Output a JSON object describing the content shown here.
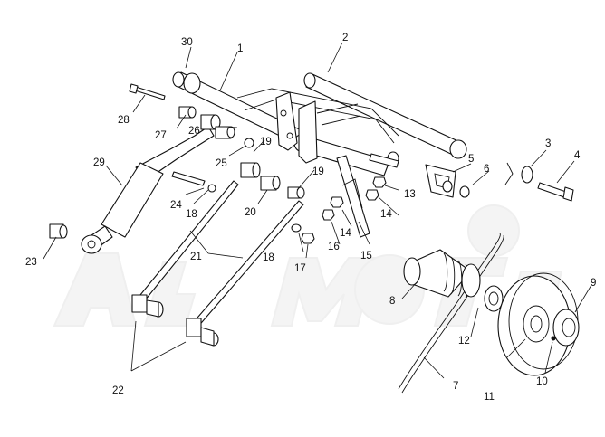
{
  "diagram": {
    "callouts": [
      "1",
      "2",
      "3",
      "4",
      "5",
      "6",
      "7",
      "8",
      "9",
      "10",
      "11",
      "12",
      "13",
      "14",
      "14",
      "15",
      "16",
      "17",
      "18",
      "18",
      "19",
      "19",
      "20",
      "21",
      "22",
      "23",
      "24",
      "25",
      "26",
      "27",
      "28",
      "29",
      "30"
    ]
  }
}
